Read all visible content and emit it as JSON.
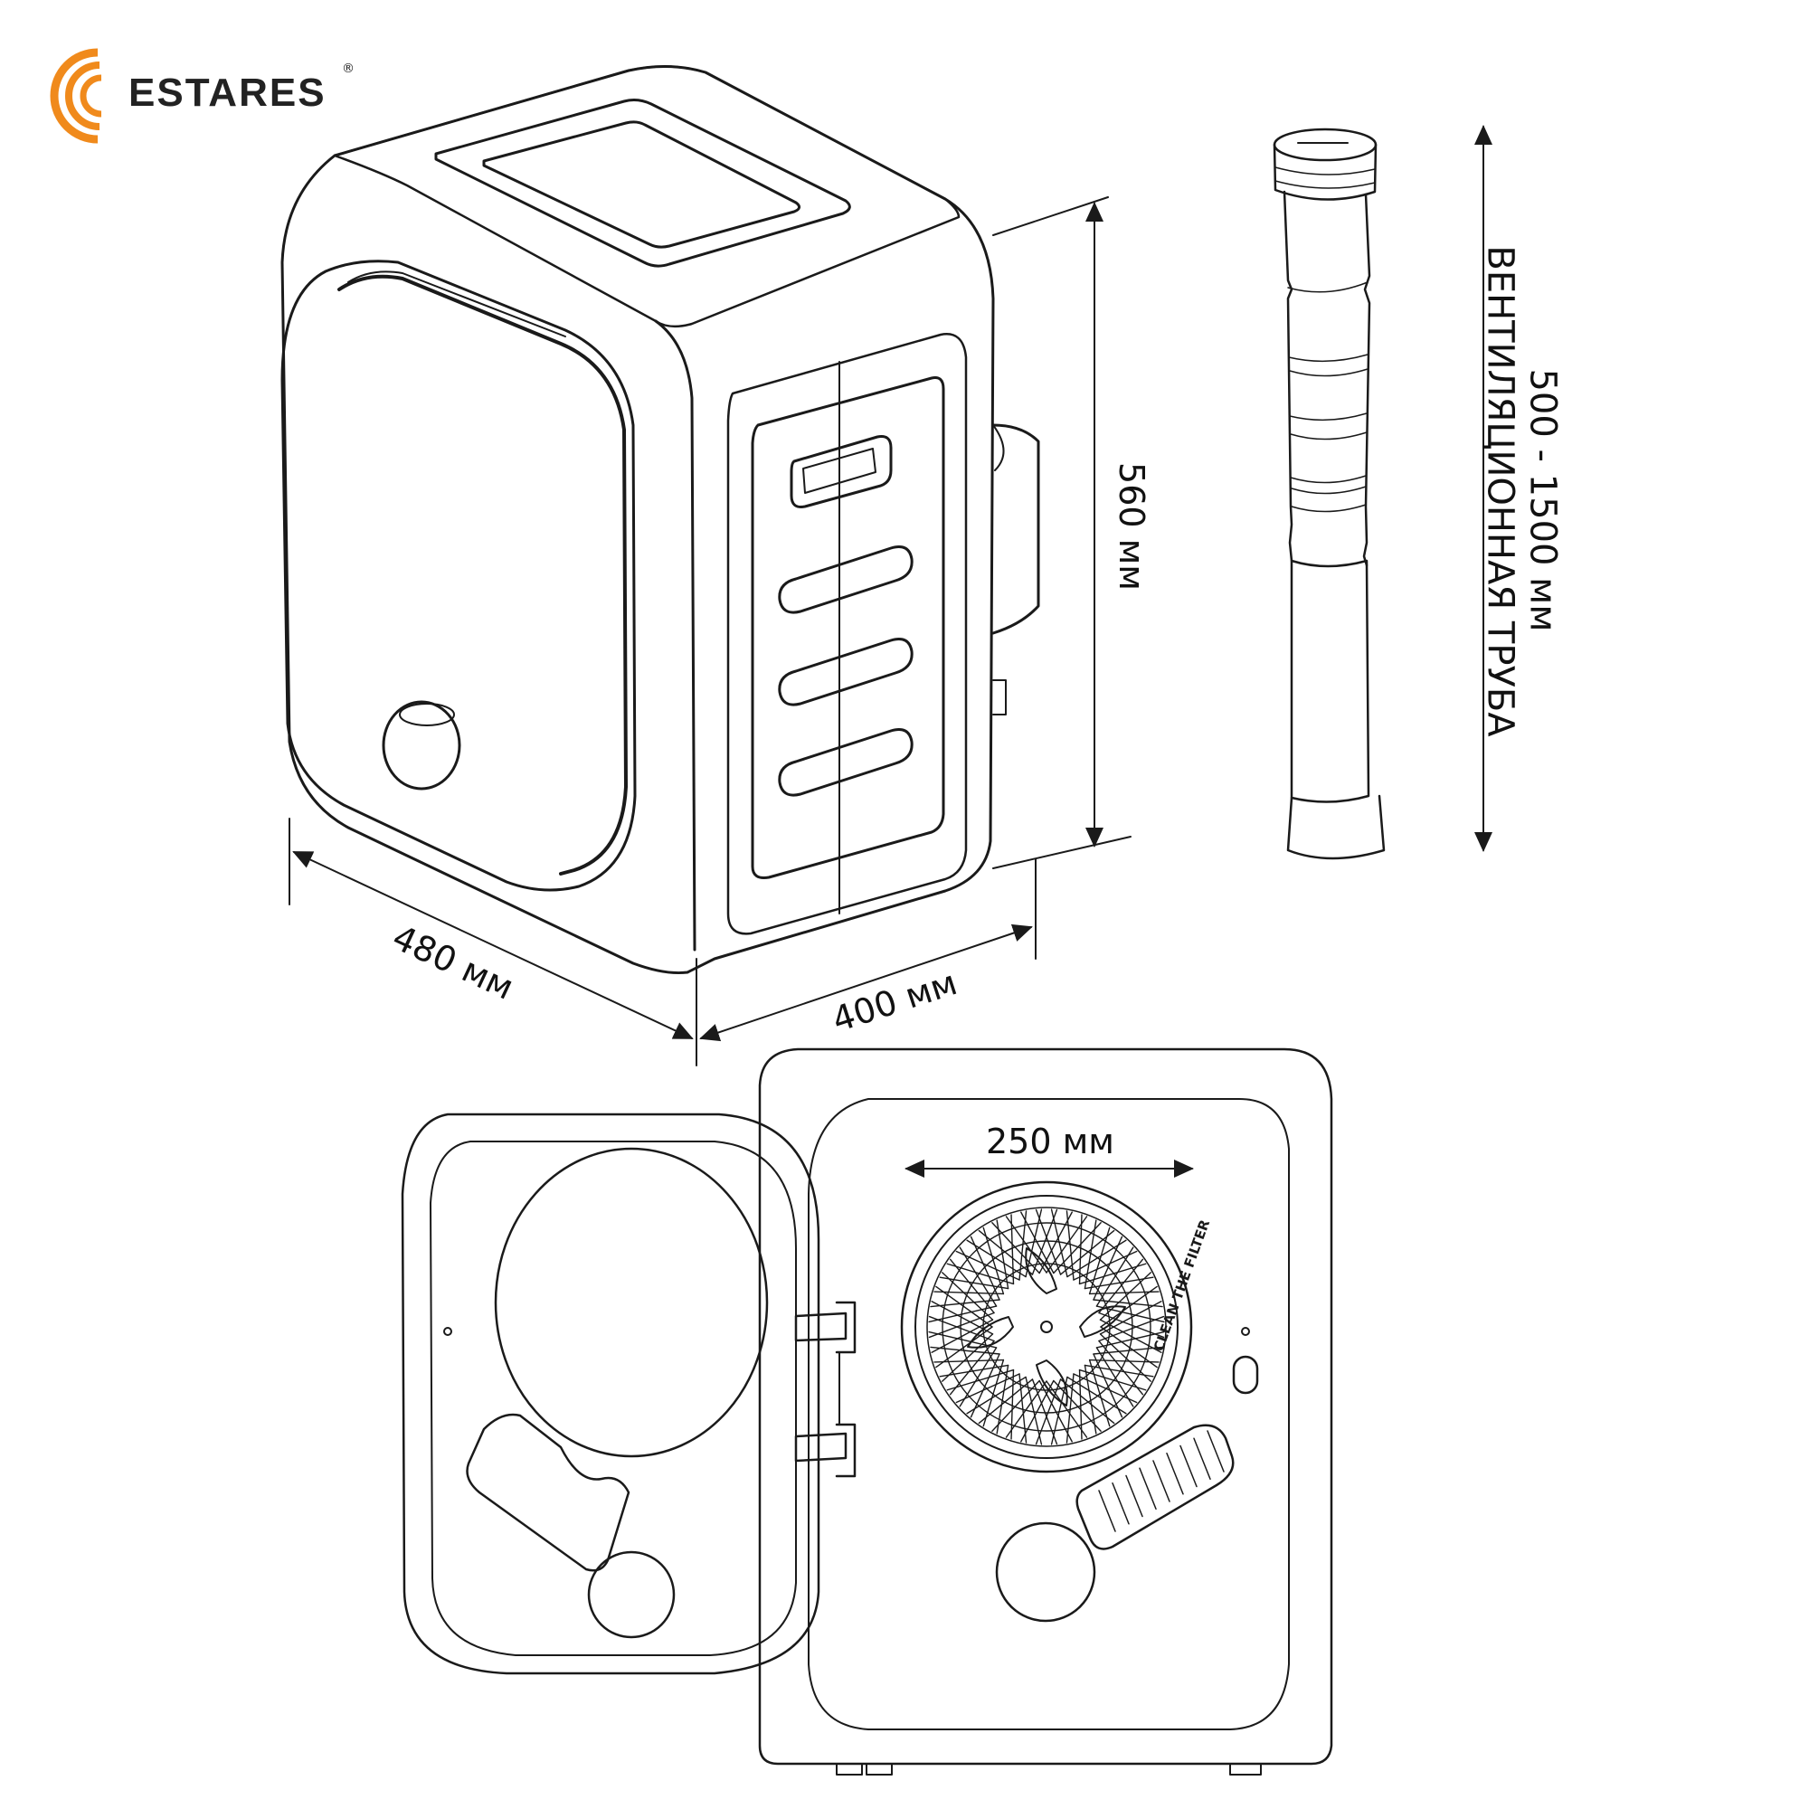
{
  "brand": {
    "name": "ESTARES",
    "registered": "®",
    "accent_color": "#f08a1c",
    "icon": "concentric-arcs-logo-icon"
  },
  "dimensions": {
    "height": "560 мм",
    "depth": "480 мм",
    "width": "400 мм",
    "drum_opening": "250 мм"
  },
  "vent_pipe": {
    "label": "ВЕНТИЛЯЦИОННАЯ ТРУБА",
    "length": "500 - 1500 мм"
  },
  "filter_text": "CLEAN THE FILTER"
}
